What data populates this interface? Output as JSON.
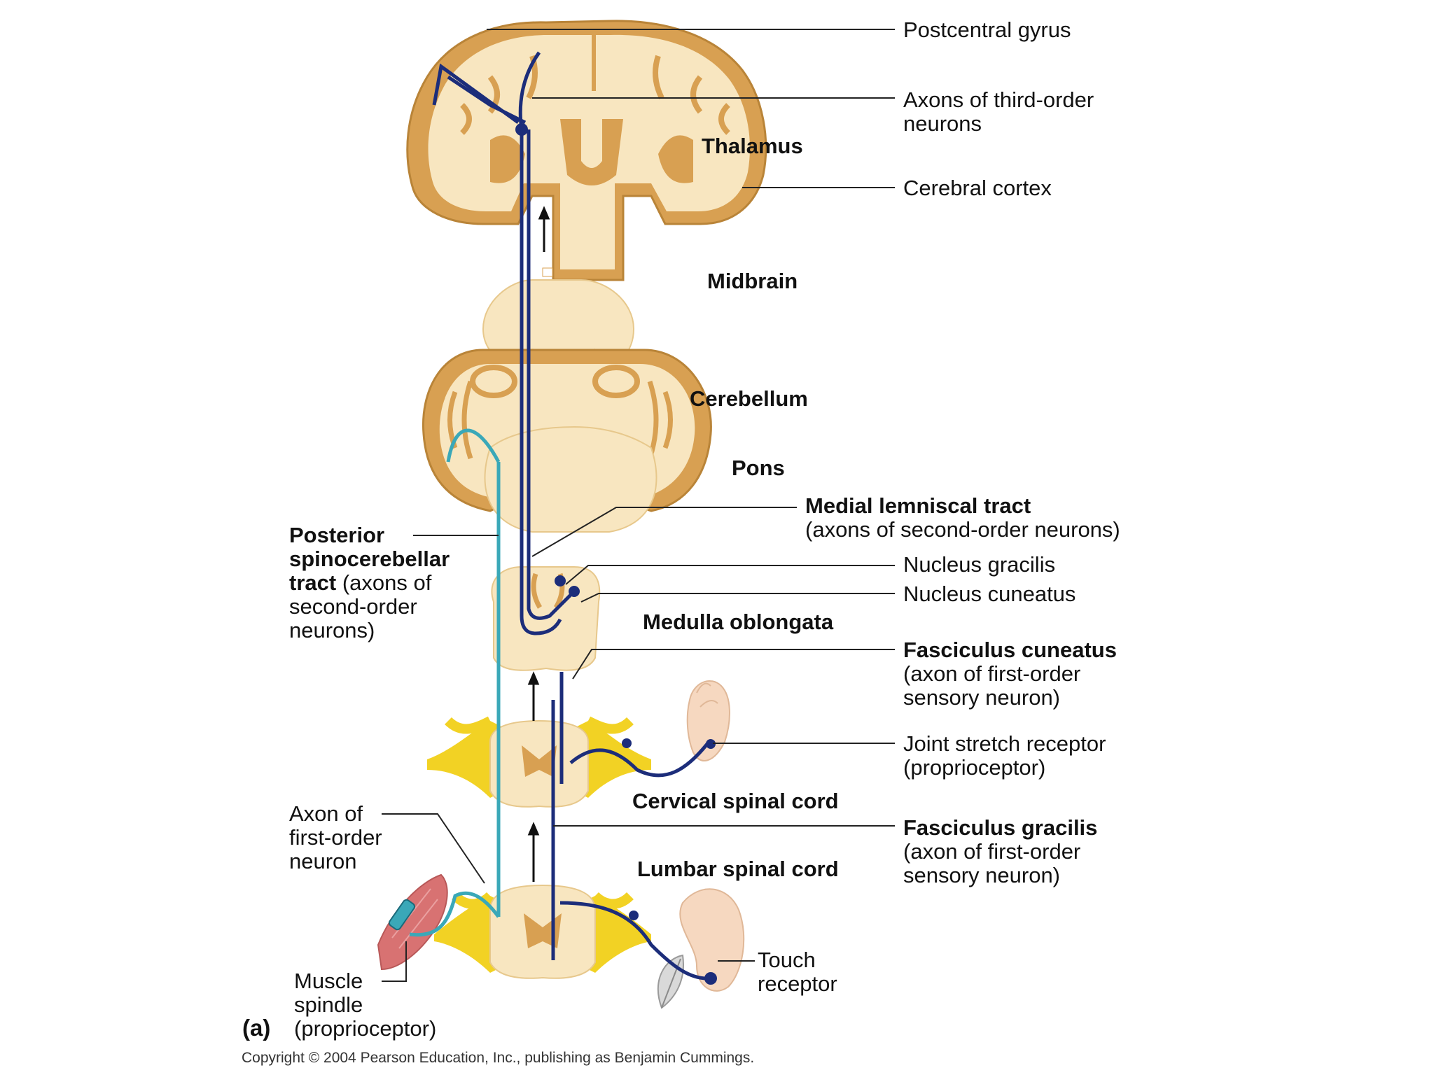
{
  "labels": {
    "postcentral_gyrus": "Postcentral gyrus",
    "axons_third_order": [
      "Axons of third-order",
      "neurons"
    ],
    "thalamus": "Thalamus",
    "cerebral_cortex": "Cerebral cortex",
    "midbrain": "Midbrain",
    "cerebellum": "Cerebellum",
    "pons": "Pons",
    "medial_lemniscal_tract": {
      "title": "Medial lemniscal tract",
      "detail": "(axons of second-order neurons)"
    },
    "posterior_spinocerebellar_tract": {
      "title_1": "Posterior",
      "title_2": "spinocerebellar",
      "title_3": "tract",
      "detail_1": "(axons of",
      "detail_2": "second-order",
      "detail_3": "neurons)"
    },
    "nucleus_gracilis": "Nucleus gracilis",
    "nucleus_cuneatus": "Nucleus cuneatus",
    "medulla_oblongata": "Medulla oblongata",
    "fasciculus_cuneatus": {
      "title": "Fasciculus cuneatus",
      "detail_1": "(axon of first-order",
      "detail_2": "sensory neuron)"
    },
    "joint_stretch_receptor": [
      "Joint stretch receptor",
      "(proprioceptor)"
    ],
    "cervical_spinal_cord": "Cervical spinal cord",
    "axon_first_order": [
      "Axon of",
      "first-order",
      "neuron"
    ],
    "fasciculus_gracilis": {
      "title": "Fasciculus gracilis",
      "detail_1": "(axon of first-order",
      "detail_2": "sensory neuron)"
    },
    "lumbar_spinal_cord": "Lumbar spinal cord",
    "touch_receptor": [
      "Touch",
      "receptor"
    ],
    "muscle_spindle": [
      "Muscle",
      "spindle",
      "(proprioceptor)"
    ],
    "figure_letter": "(a)"
  },
  "copyright": "Copyright © 2004 Pearson Education, Inc., publishing as Benjamin Cummings.",
  "colors": {
    "tissue_light": "#f8e6c0",
    "tissue_dark": "#d8a052",
    "ganglion": "#f2d224",
    "axon_dark": "#1c2d7a",
    "axon_teal": "#3aa8b8",
    "leader": "#222222",
    "skin": "#f6d8c0",
    "muscle": "#d87272"
  }
}
